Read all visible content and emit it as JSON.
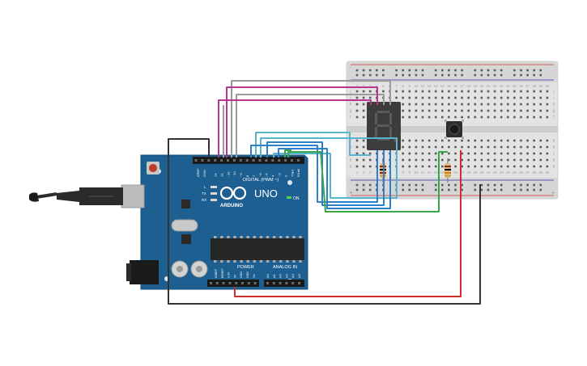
{
  "board": {
    "brand": "ARDUINO",
    "model": "UNO",
    "digital_label": "DIGITAL (PWM ~)",
    "power_label": "POWER",
    "analog_label": "ANALOG IN",
    "on_label": "ON",
    "led_l": "L",
    "led_tx": "TX",
    "led_rx": "RX",
    "aref": "AREF",
    "gnd": "GND",
    "digital_pins": [
      "13",
      "12",
      "~11",
      "~10",
      "~9",
      "8",
      "7",
      "~6",
      "~5",
      "4",
      "~3",
      "2",
      "TX▸1",
      "RX◂0"
    ],
    "power_pins": [
      "IOREF",
      "RESET",
      "3.3V",
      "5V",
      "GND",
      "GND",
      "Vin"
    ],
    "analog_pins": [
      "A0",
      "A1",
      "A2",
      "A3",
      "A4",
      "A5"
    ]
  },
  "breadboard": {
    "rows_top": [
      "j",
      "i",
      "h",
      "g",
      "f"
    ],
    "rows_bottom": [
      "e",
      "d",
      "c",
      "b",
      "a"
    ],
    "columns": [
      "1",
      "2",
      "3",
      "4",
      "5",
      "6",
      "7",
      "8",
      "9",
      "10",
      "11",
      "12",
      "13",
      "14",
      "15",
      "16",
      "17",
      "18",
      "19",
      "20",
      "21",
      "22",
      "23",
      "24",
      "25",
      "26",
      "27",
      "28",
      "29",
      "30"
    ],
    "rail_plus": "+",
    "rail_minus": "-"
  },
  "colors": {
    "board": "#1d5f91",
    "wire_gray": "#9b9b9b",
    "wire_magenta": "#b8358f",
    "wire_cyan": "#59b5cc",
    "wire_blue": "#2c7fc8",
    "wire_green": "#3aa64a",
    "wire_red": "#d22d2d",
    "wire_black": "#333333"
  },
  "icons": {
    "usb_cable": "usb-plug-icon",
    "power_jack": "dc-jack-icon",
    "reset_button": "reset-button-icon",
    "infinity_logo": "arduino-infinity-icon"
  }
}
